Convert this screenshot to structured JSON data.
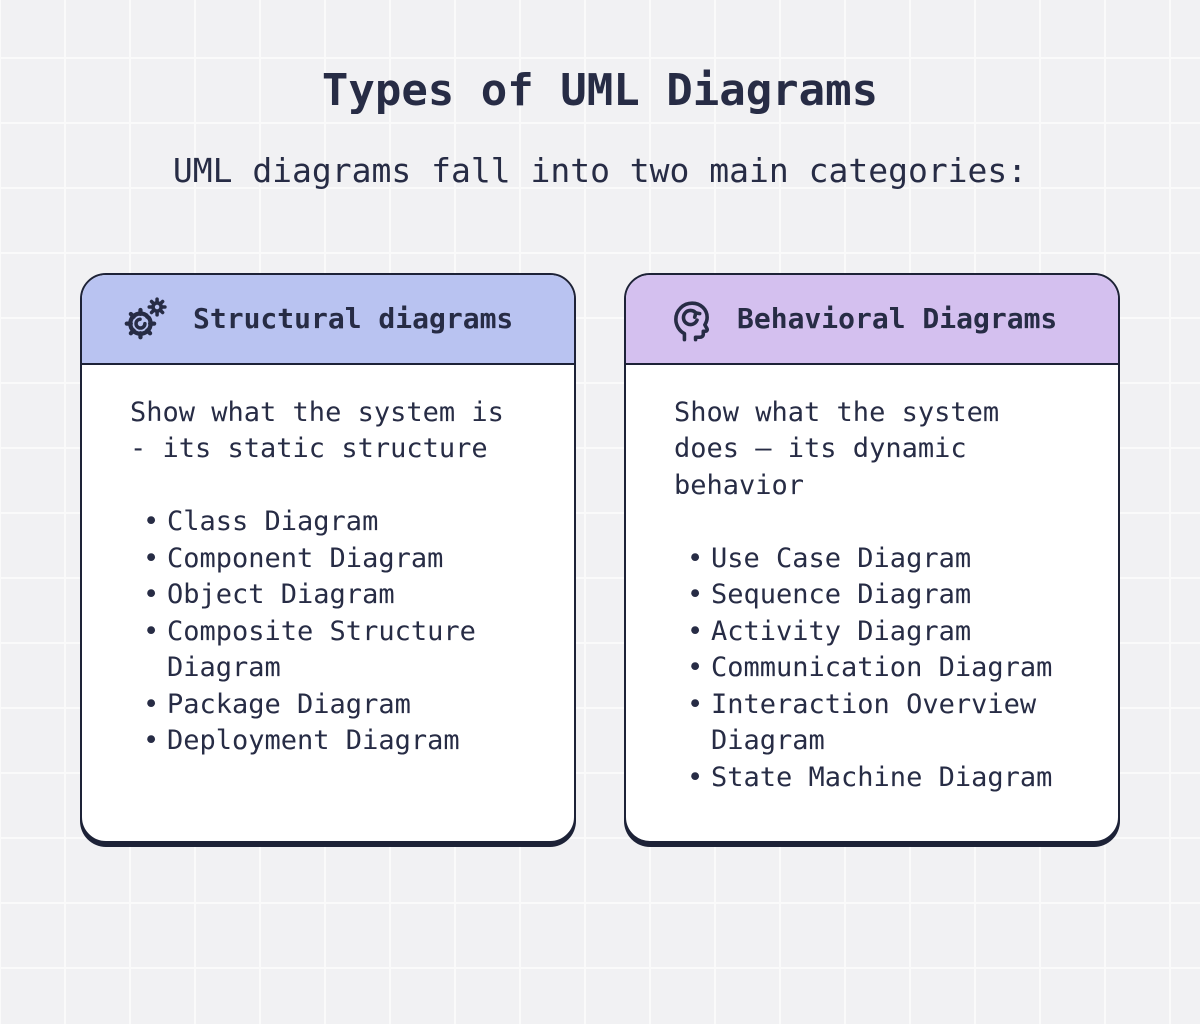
{
  "page": {
    "title": "Types of UML Diagrams",
    "subtitle": "UML diagrams fall into two main categories:"
  },
  "colors": {
    "background": "#f1f1f3",
    "grid_line": "#fafafa",
    "ink": "#272c45",
    "card_border": "#1d2237",
    "card_body_bg": "#ffffff",
    "structural_header_bg": "#b9c3f1",
    "behavioral_header_bg": "#d4c0ef"
  },
  "cards": [
    {
      "header": {
        "label": "Structural diagrams",
        "icon": "gears-icon",
        "bg": "#b9c3f1"
      },
      "intro": "Show what the system is - its static structure",
      "items": [
        "Class Diagram",
        "Component Diagram",
        "Object Diagram",
        "Composite Structure Diagram",
        "Package Diagram",
        "Deployment Diagram"
      ]
    },
    {
      "header": {
        "label": "Behavioral Diagrams",
        "icon": "head-refresh-icon",
        "bg": "#d4c0ef"
      },
      "intro": "Show what the system does — its dynamic behavior",
      "items": [
        "Use Case Diagram",
        "Sequence Diagram",
        "Activity Diagram",
        "Communication Diagram",
        "Interaction Overview Diagram",
        "State Machine Diagram"
      ]
    }
  ]
}
